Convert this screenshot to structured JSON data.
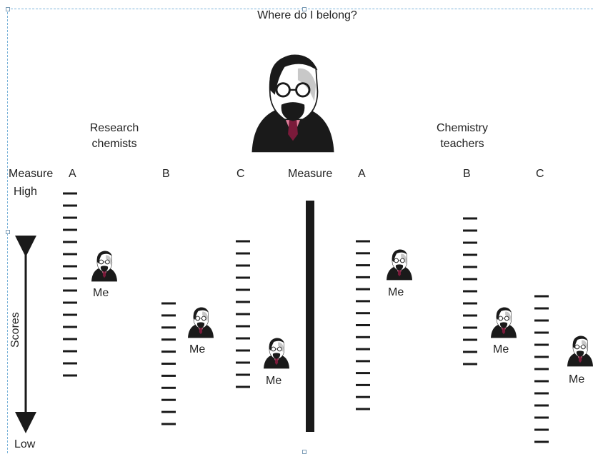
{
  "title": "Where do I belong?",
  "groups": [
    {
      "label_line1": "Research",
      "label_line2": "chemists"
    },
    {
      "label_line1": "Chemistry",
      "label_line2": "teachers"
    }
  ],
  "measure_label": "Measure",
  "column_labels": [
    "A",
    "B",
    "C"
  ],
  "axis": {
    "high": "High",
    "low": "Low",
    "label": "Scores"
  },
  "me_label": "Me",
  "colors": {
    "tick": "#1a1a1a",
    "tie": "#e0809c",
    "frame": "#7ab3d9"
  },
  "icon": "scientist-portrait-icon"
}
